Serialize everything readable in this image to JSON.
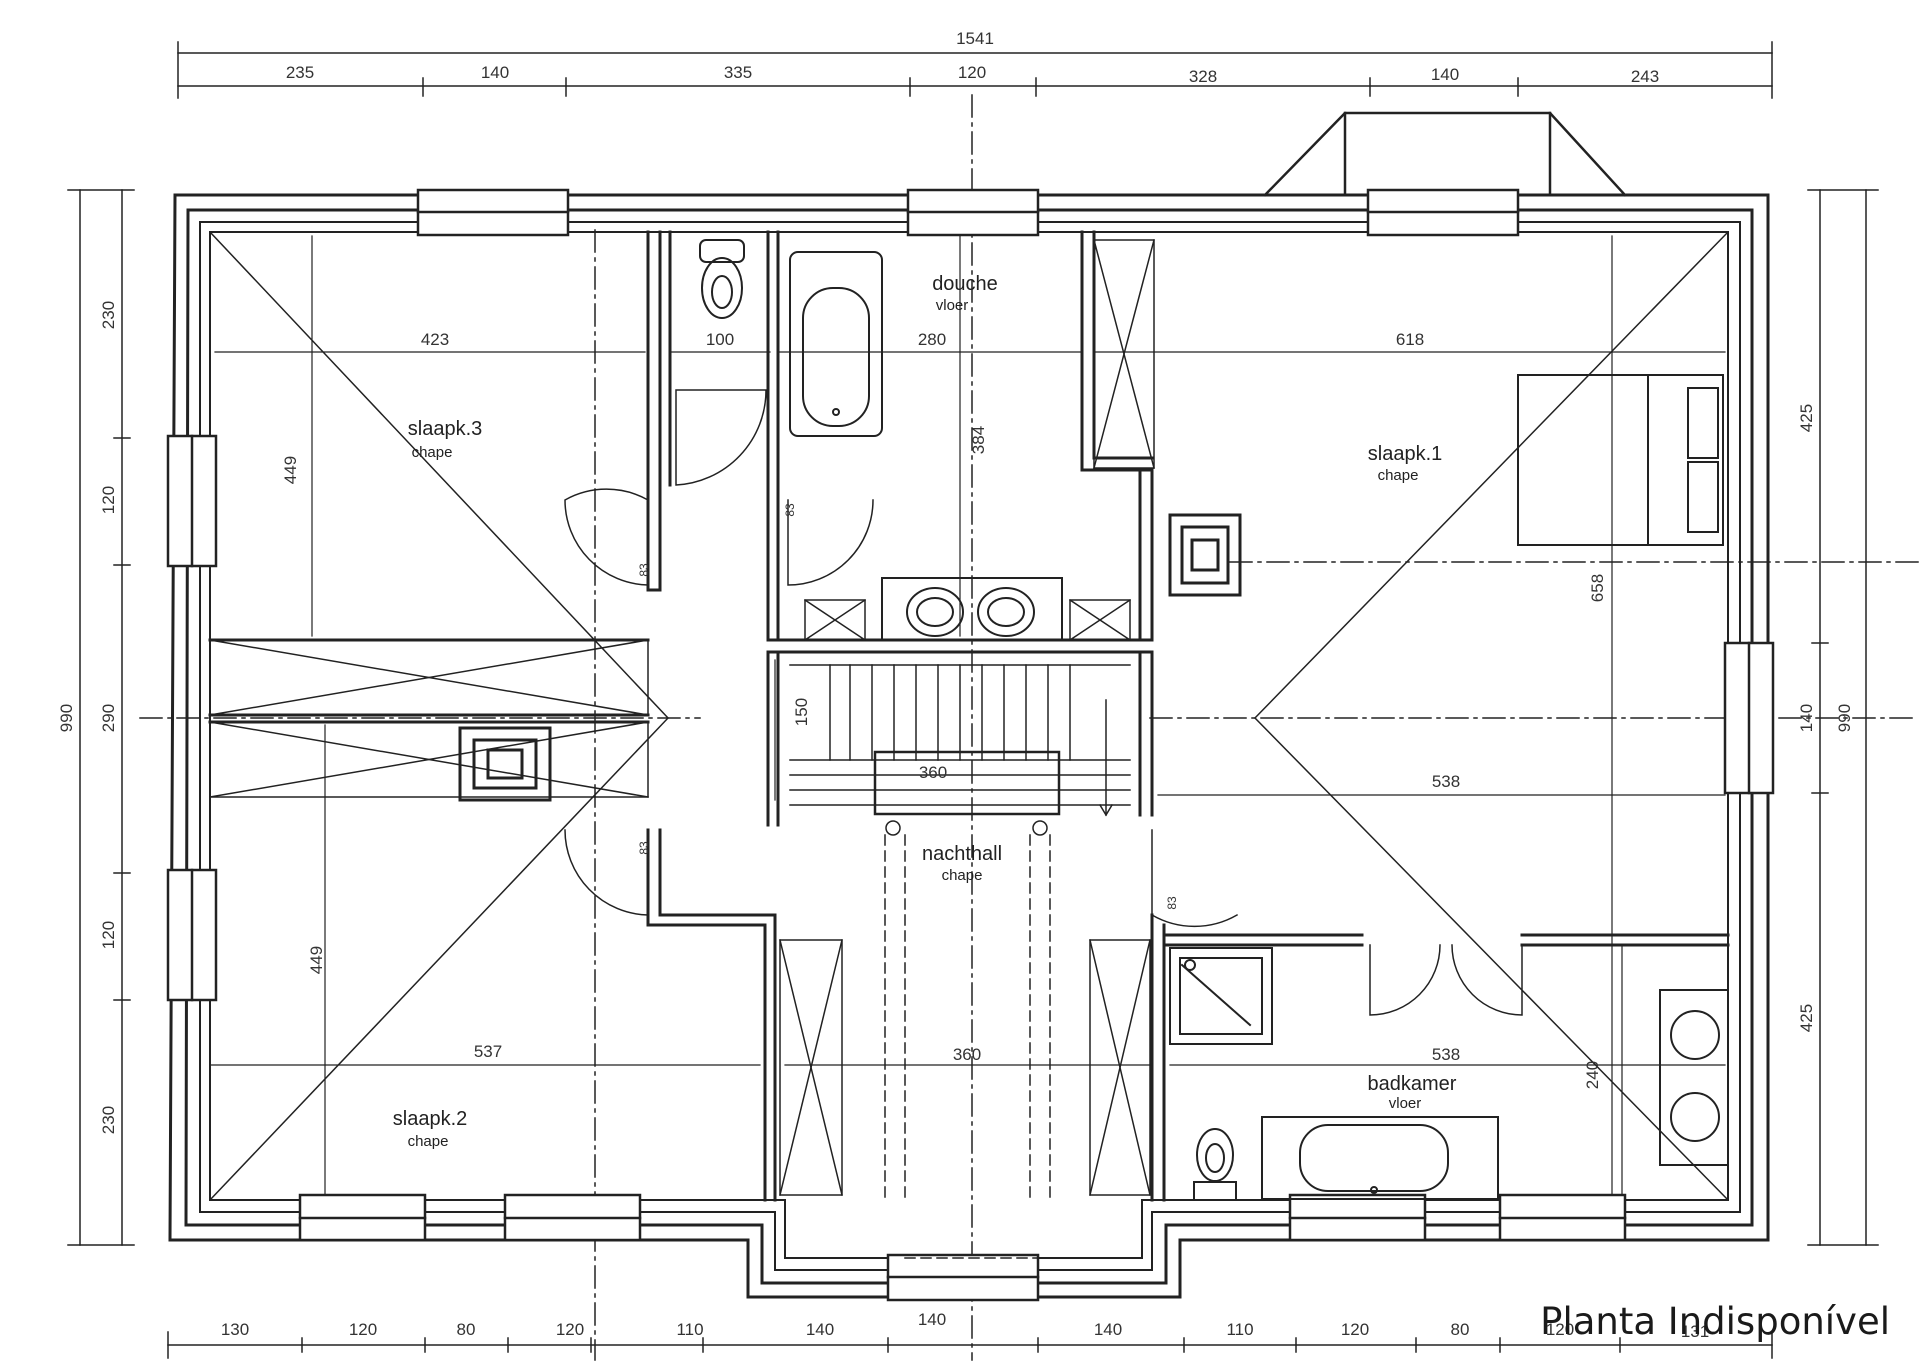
{
  "caption": "Planta Indisponível",
  "top_dims": {
    "total": "1541",
    "segments": [
      "235",
      "140",
      "335",
      "120",
      "328",
      "140",
      "243"
    ]
  },
  "bottom_dims": {
    "segments": [
      "130",
      "120",
      "80",
      "120",
      "110",
      "140",
      "140",
      "140",
      "110",
      "120",
      "80",
      "120",
      "131"
    ]
  },
  "left_dims": {
    "total": "990",
    "segments": [
      "230",
      "120",
      "290",
      "120",
      "230"
    ]
  },
  "right_dims": {
    "total": "990",
    "segments": [
      "425",
      "140",
      "425"
    ]
  },
  "rooms": {
    "douche": {
      "name": "douche",
      "floor": "vloer"
    },
    "slaapk3": {
      "name": "slaapk.3",
      "floor": "chape"
    },
    "slaapk1": {
      "name": "slaapk.1",
      "floor": "chape"
    },
    "slaapk2": {
      "name": "slaapk.2",
      "floor": "chape"
    },
    "nachthall": {
      "name": "nachthall",
      "floor": "chape"
    },
    "badkamer": {
      "name": "badkamer",
      "floor": "vloer"
    }
  },
  "interior_dims": {
    "d423": "423",
    "d100": "100",
    "d280": "280",
    "d618": "618",
    "d449a": "449",
    "d384": "384",
    "d658": "658",
    "d150": "150",
    "d360a": "360",
    "d538a": "538",
    "d449b": "449",
    "d537": "537",
    "d360b": "360",
    "d538b": "538",
    "d240": "240",
    "d83a": "83",
    "d83b": "83",
    "d83c": "83",
    "d83d": "83"
  }
}
